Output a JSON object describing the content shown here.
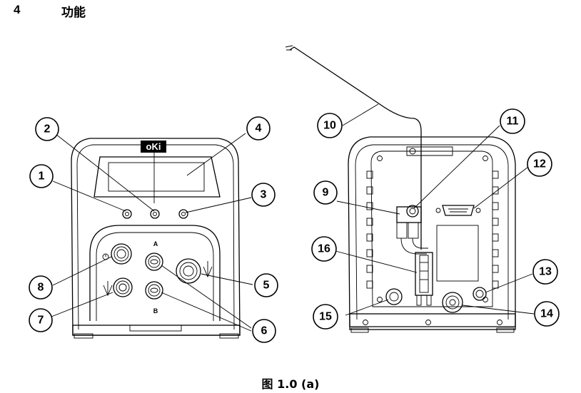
{
  "section": {
    "number": "4",
    "title": "功能"
  },
  "caption": "图 1.0 (a)",
  "front_panel": {
    "logo": "oKi",
    "port_a": "A",
    "port_b": "B"
  },
  "callouts": [
    "1",
    "2",
    "3",
    "4",
    "5",
    "6",
    "7",
    "8",
    "9",
    "10",
    "11",
    "12",
    "13",
    "14",
    "15",
    "16"
  ]
}
